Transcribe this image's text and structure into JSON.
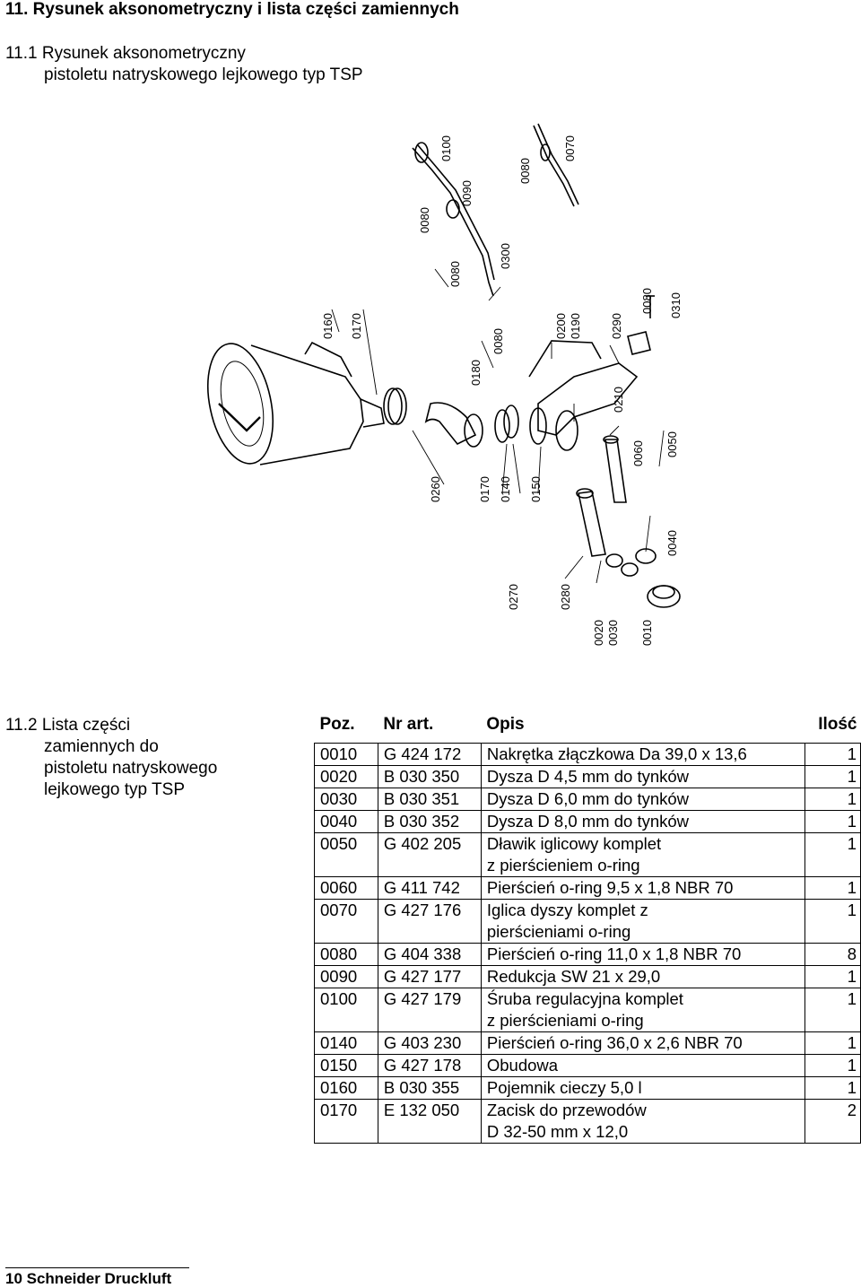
{
  "heading": "11. Rysunek aksonometryczny i lista części zamiennych",
  "subheading_line1": "11.1 Rysunek aksonometryczny",
  "subheading_line2": "pistoletu natryskowego lejkowego typ TSP",
  "drawing_labels": [
    "0100",
    "0070",
    "0090",
    "0080",
    "0080",
    "0300",
    "0080",
    "0310",
    "0160",
    "0170",
    "0200",
    "0190",
    "0290",
    "0080",
    "0180",
    "0210",
    "0260",
    "0170",
    "0140",
    "0150",
    "0060",
    "0050",
    "0040",
    "0270",
    "0280",
    "0020",
    "0030",
    "0010",
    "0080"
  ],
  "section_title_line1": "11.2 Lista części",
  "section_title_line2": "zamiennych do",
  "section_title_line3": "pistoletu natryskowego",
  "section_title_line4": "lejkowego typ TSP",
  "table": {
    "headers": [
      "Poz.",
      "Nr art.",
      "Opis",
      "Ilość"
    ],
    "rows": [
      {
        "pos": "0010",
        "art": "G 424 172",
        "desc": "Nakrętka złączkowa Da 39,0 x 13,6",
        "desc2": "",
        "qty": "1"
      },
      {
        "pos": "0020",
        "art": "B 030 350",
        "desc": "Dysza D 4,5 mm do tynków",
        "desc2": "",
        "qty": "1"
      },
      {
        "pos": "0030",
        "art": "B 030 351",
        "desc": "Dysza D 6,0 mm do tynków",
        "desc2": "",
        "qty": "1"
      },
      {
        "pos": "0040",
        "art": "B 030 352",
        "desc": "Dysza D 8,0 mm do tynków",
        "desc2": "",
        "qty": "1"
      },
      {
        "pos": "0050",
        "art": "G 402 205",
        "desc": "Dławik iglicowy komplet",
        "desc2": "z pierścieniem o-ring",
        "qty": "1"
      },
      {
        "pos": "0060",
        "art": "G 411 742",
        "desc": "Pierścień o-ring 9,5 x 1,8 NBR 70",
        "desc2": "",
        "qty": "1"
      },
      {
        "pos": "0070",
        "art": "G 427 176",
        "desc": "Iglica dyszy komplet z",
        "desc2": "pierścieniami o-ring",
        "qty": "1"
      },
      {
        "pos": "0080",
        "art": "G 404 338",
        "desc": "Pierścień o-ring 11,0 x 1,8 NBR 70",
        "desc2": "",
        "qty": "8"
      },
      {
        "pos": "0090",
        "art": "G 427 177",
        "desc": "Redukcja SW 21 x 29,0",
        "desc2": "",
        "qty": "1"
      },
      {
        "pos": "0100",
        "art": "G 427 179",
        "desc": "Śruba regulacyjna komplet",
        "desc2": "z pierścieniami o-ring",
        "qty": "1"
      },
      {
        "pos": "0140",
        "art": "G 403 230",
        "desc": "Pierścień o-ring 36,0 x 2,6 NBR 70",
        "desc2": "",
        "qty": "1"
      },
      {
        "pos": "0150",
        "art": "G 427 178",
        "desc": "Obudowa",
        "desc2": "",
        "qty": "1"
      },
      {
        "pos": "0160",
        "art": "B 030 355",
        "desc": "Pojemnik cieczy 5,0 l",
        "desc2": "",
        "qty": "1"
      },
      {
        "pos": "0170",
        "art": "E 132 050",
        "desc": "Zacisk do przewodów",
        "desc2": "D 32-50 mm x 12,0",
        "qty": "2"
      }
    ]
  },
  "footer": "10 Schneider Druckluft"
}
